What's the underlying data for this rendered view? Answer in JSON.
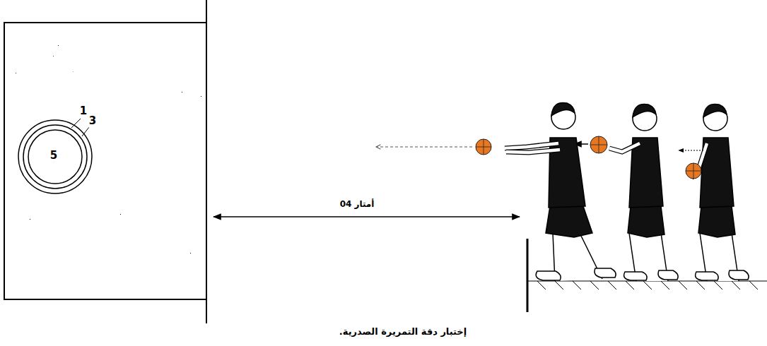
{
  "diagram": {
    "caption": "إختبار دقة التمريرة الصدرية.",
    "labels": [
      "1",
      "3",
      "5",
      "04 أمتار"
    ]
  }
}
